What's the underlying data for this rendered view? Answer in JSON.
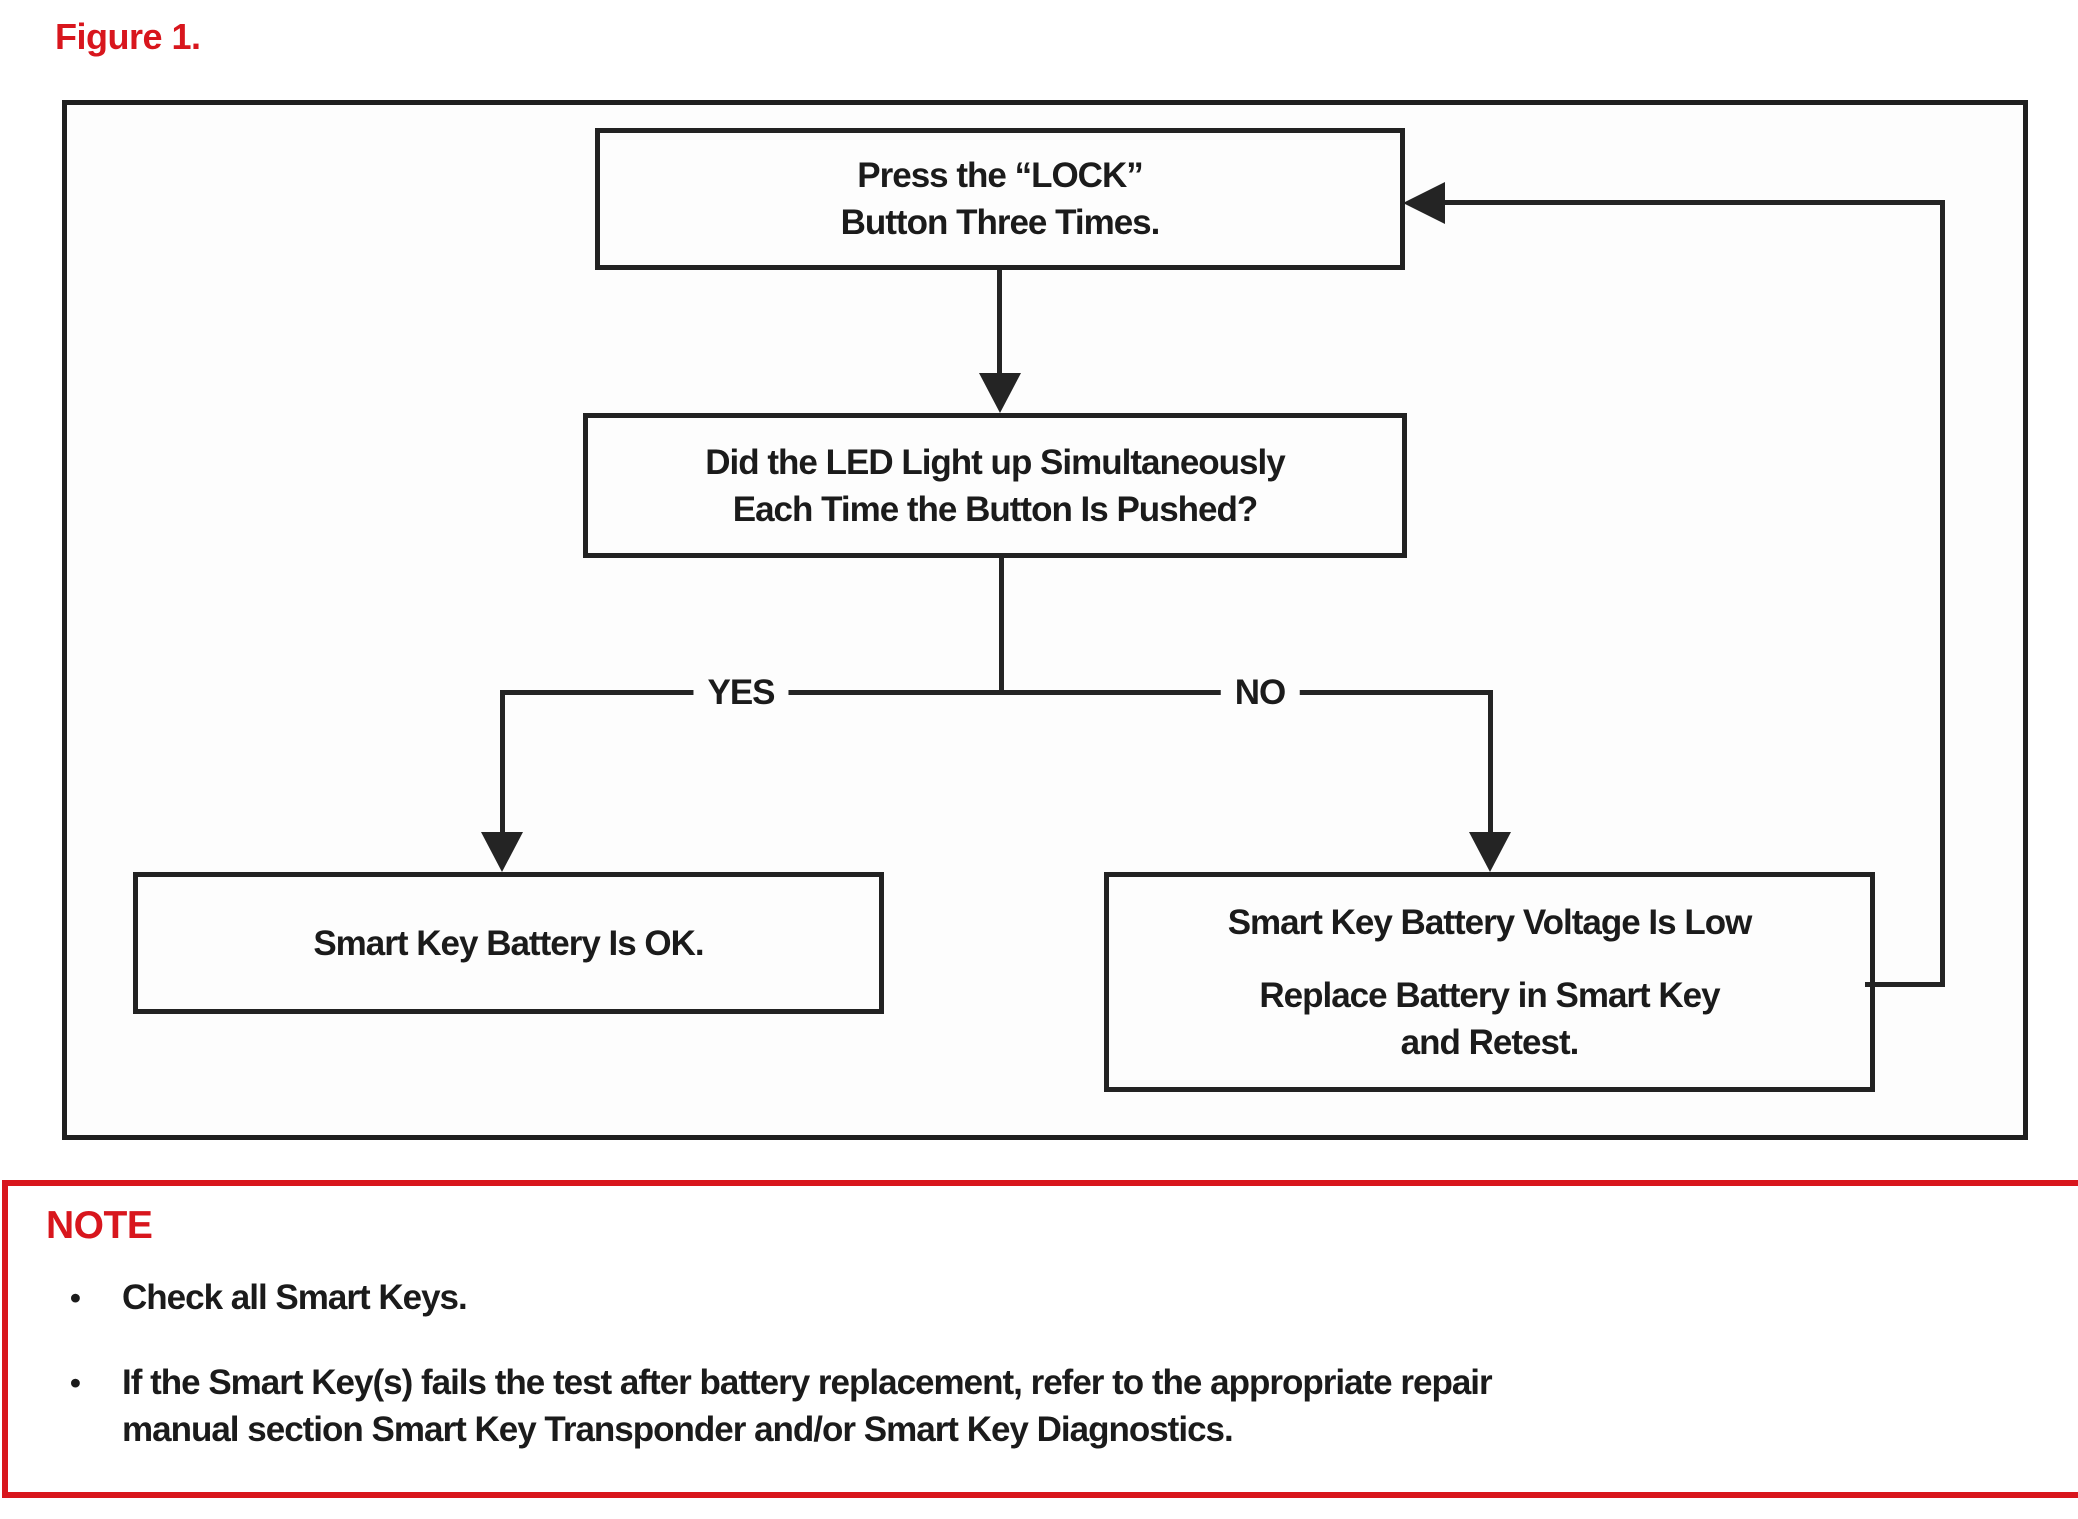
{
  "figure": {
    "label": "Figure 1."
  },
  "colors": {
    "accent_red": "#d8161d",
    "line_black": "#242424",
    "text_black": "#1b1b1b"
  },
  "flowchart": {
    "nodes": {
      "press_lock": {
        "line1": "Press the “LOCK”",
        "line2": "Button Three Times."
      },
      "led_question": {
        "line1": "Did the LED Light up Simultaneously",
        "line2": "Each Time the Button Is Pushed?"
      },
      "battery_ok": {
        "line1": "Smart Key Battery Is OK."
      },
      "battery_low": {
        "line1": "Smart Key Battery Voltage Is Low",
        "line2": "Replace Battery in Smart Key",
        "line3": "and Retest."
      }
    },
    "branch_labels": {
      "yes": "YES",
      "no": "NO"
    }
  },
  "note": {
    "title": "NOTE",
    "bullets": [
      {
        "line1": "Check all Smart Keys.",
        "line2": ""
      },
      {
        "line1": "If the Smart Key(s) fails the test after battery replacement, refer to the appropriate repair",
        "line2": "manual section Smart Key Transponder and/or Smart Key Diagnostics."
      }
    ]
  }
}
